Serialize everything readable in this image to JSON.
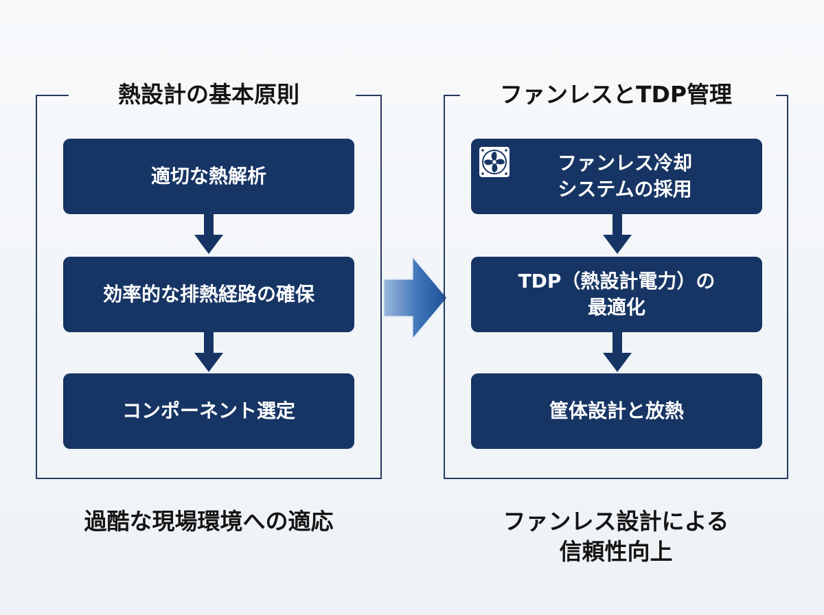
{
  "left_panel": {
    "title": "熱設計の基本原則",
    "steps": [
      "適切な熱解析",
      "効率的な排熱経路の確保",
      "コンポーネント選定"
    ],
    "caption": "過酷な現場環境への適応"
  },
  "right_panel": {
    "title": "ファンレスとTDP管理",
    "steps": [
      {
        "line1": "ファンレス冷却",
        "line2": "システムの採用",
        "icon": "fan-icon"
      },
      {
        "line1": "TDP（熱設計電力）の",
        "line2": "最適化"
      },
      {
        "line1": "筐体設計と放熱"
      }
    ],
    "caption_line1": "ファンレス設計による",
    "caption_line2": "信頼性向上"
  },
  "colors": {
    "step_fill": "#173564",
    "frame": "#25385f",
    "big_arrow": "#2f68ad"
  }
}
